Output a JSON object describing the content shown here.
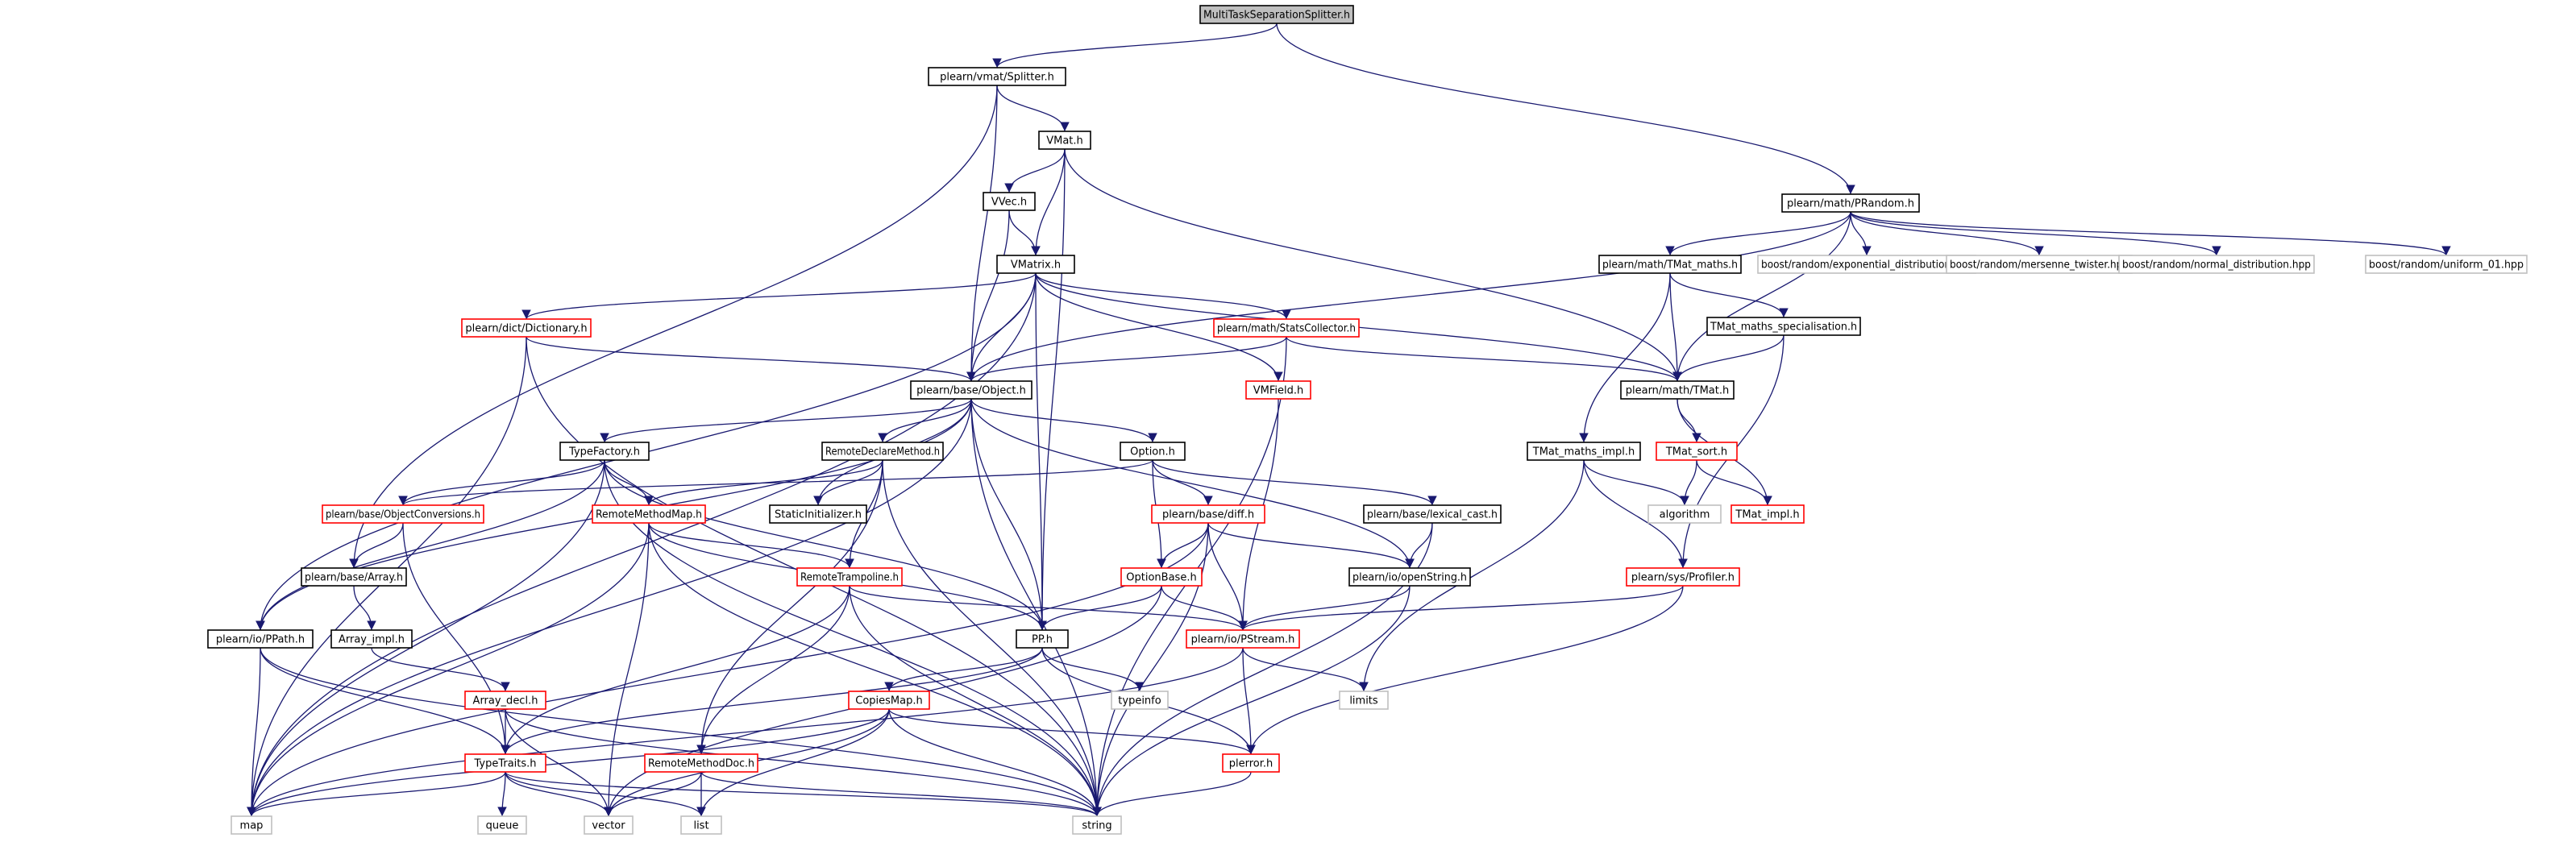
{
  "colors": {
    "root_fill": "#bfbfbf",
    "edge": "#191970",
    "border_normal": "#000000",
    "border_truncated": "#ff0000",
    "border_external": "#bfbfbf",
    "text": "#000000"
  },
  "nodes": [
    {
      "id": "mtss",
      "label": "MultiTaskSeparationSplitter.h",
      "kind": "root"
    },
    {
      "id": "splitter",
      "label": "plearn/vmat/Splitter.h",
      "kind": "normal"
    },
    {
      "id": "prandom",
      "label": "plearn/math/PRandom.h",
      "kind": "normal"
    },
    {
      "id": "vmat",
      "label": "VMat.h",
      "kind": "normal"
    },
    {
      "id": "vvec",
      "label": "VVec.h",
      "kind": "normal"
    },
    {
      "id": "vmatrix",
      "label": "VMatrix.h",
      "kind": "normal"
    },
    {
      "id": "boost_exp",
      "label": "boost/random/exponential_distribution.hpp",
      "kind": "external"
    },
    {
      "id": "boost_mt",
      "label": "boost/random/mersenne_twister.hpp",
      "kind": "external"
    },
    {
      "id": "boost_norm",
      "label": "boost/random/normal_distribution.hpp",
      "kind": "external"
    },
    {
      "id": "boost_uni",
      "label": "boost/random/uniform_01.hpp",
      "kind": "external"
    },
    {
      "id": "tmat_maths",
      "label": "plearn/math/TMat_maths.h",
      "kind": "normal"
    },
    {
      "id": "tmat_spec",
      "label": "TMat_maths_specialisation.h",
      "kind": "normal"
    },
    {
      "id": "dictionary",
      "label": "plearn/dict/Dictionary.h",
      "kind": "truncated"
    },
    {
      "id": "statscollector",
      "label": "plearn/math/StatsCollector.h",
      "kind": "truncated"
    },
    {
      "id": "object",
      "label": "plearn/base/Object.h",
      "kind": "normal"
    },
    {
      "id": "vmfield",
      "label": "VMField.h",
      "kind": "truncated"
    },
    {
      "id": "tmat",
      "label": "plearn/math/TMat.h",
      "kind": "normal"
    },
    {
      "id": "typefactory",
      "label": "TypeFactory.h",
      "kind": "normal"
    },
    {
      "id": "remotedeclare",
      "label": "RemoteDeclareMethod.h",
      "kind": "normal"
    },
    {
      "id": "option",
      "label": "Option.h",
      "kind": "normal"
    },
    {
      "id": "tmat_impl_h",
      "label": "TMat_maths_impl.h",
      "kind": "normal"
    },
    {
      "id": "tmat_sort",
      "label": "TMat_sort.h",
      "kind": "truncated"
    },
    {
      "id": "objconv",
      "label": "plearn/base/ObjectConversions.h",
      "kind": "truncated"
    },
    {
      "id": "remotemethodmap",
      "label": "RemoteMethodMap.h",
      "kind": "truncated"
    },
    {
      "id": "staticinit",
      "label": "StaticInitializer.h",
      "kind": "normal"
    },
    {
      "id": "diff",
      "label": "plearn/base/diff.h",
      "kind": "truncated"
    },
    {
      "id": "lexical",
      "label": "plearn/base/lexical_cast.h",
      "kind": "normal"
    },
    {
      "id": "algorithm",
      "label": "algorithm",
      "kind": "external"
    },
    {
      "id": "tmat_impl",
      "label": "TMat_impl.h",
      "kind": "truncated"
    },
    {
      "id": "array",
      "label": "plearn/base/Array.h",
      "kind": "normal"
    },
    {
      "id": "remotetramp",
      "label": "RemoteTrampoline.h",
      "kind": "truncated"
    },
    {
      "id": "optionbase",
      "label": "OptionBase.h",
      "kind": "truncated"
    },
    {
      "id": "openstring",
      "label": "plearn/io/openString.h",
      "kind": "normal"
    },
    {
      "id": "profiler",
      "label": "plearn/sys/Profiler.h",
      "kind": "truncated"
    },
    {
      "id": "array_impl",
      "label": "Array_impl.h",
      "kind": "normal"
    },
    {
      "id": "ppath",
      "label": "plearn/io/PPath.h",
      "kind": "normal"
    },
    {
      "id": "pp",
      "label": "PP.h",
      "kind": "normal"
    },
    {
      "id": "pstream",
      "label": "plearn/io/PStream.h",
      "kind": "truncated"
    },
    {
      "id": "array_decl",
      "label": "Array_decl.h",
      "kind": "truncated"
    },
    {
      "id": "copiesmap",
      "label": "CopiesMap.h",
      "kind": "truncated"
    },
    {
      "id": "typeinfo",
      "label": "typeinfo",
      "kind": "external"
    },
    {
      "id": "limits",
      "label": "limits",
      "kind": "external"
    },
    {
      "id": "typetraits",
      "label": "TypeTraits.h",
      "kind": "truncated"
    },
    {
      "id": "remotemethoddoc",
      "label": "RemoteMethodDoc.h",
      "kind": "truncated"
    },
    {
      "id": "plerror",
      "label": "plerror.h",
      "kind": "truncated"
    },
    {
      "id": "map",
      "label": "map",
      "kind": "external"
    },
    {
      "id": "queue",
      "label": "queue",
      "kind": "external"
    },
    {
      "id": "vector",
      "label": "vector",
      "kind": "external"
    },
    {
      "id": "list",
      "label": "list",
      "kind": "external"
    },
    {
      "id": "string",
      "label": "string",
      "kind": "external"
    }
  ],
  "edges": [
    [
      "mtss",
      "splitter"
    ],
    [
      "mtss",
      "prandom"
    ],
    [
      "splitter",
      "vmat"
    ],
    [
      "splitter",
      "object"
    ],
    [
      "splitter",
      "array"
    ],
    [
      "vmat",
      "vvec"
    ],
    [
      "vmat",
      "vmatrix"
    ],
    [
      "vmat",
      "tmat"
    ],
    [
      "vmat",
      "pp"
    ],
    [
      "vvec",
      "vmatrix"
    ],
    [
      "vvec",
      "object"
    ],
    [
      "vmatrix",
      "dictionary"
    ],
    [
      "vmatrix",
      "statscollector"
    ],
    [
      "vmatrix",
      "object"
    ],
    [
      "vmatrix",
      "vmfield"
    ],
    [
      "vmatrix",
      "tmat"
    ],
    [
      "vmatrix",
      "pp"
    ],
    [
      "vmatrix",
      "ppath"
    ],
    [
      "vmatrix",
      "map"
    ],
    [
      "prandom",
      "object"
    ],
    [
      "prandom",
      "tmat_maths"
    ],
    [
      "prandom",
      "boost_exp"
    ],
    [
      "prandom",
      "boost_mt"
    ],
    [
      "prandom",
      "boost_norm"
    ],
    [
      "prandom",
      "boost_uni"
    ],
    [
      "prandom",
      "tmat"
    ],
    [
      "tmat_maths",
      "tmat_spec"
    ],
    [
      "tmat_maths",
      "tmat"
    ],
    [
      "tmat_maths",
      "tmat_impl_h"
    ],
    [
      "tmat_spec",
      "tmat"
    ],
    [
      "tmat_spec",
      "profiler"
    ],
    [
      "dictionary",
      "object"
    ],
    [
      "dictionary",
      "map"
    ],
    [
      "dictionary",
      "string"
    ],
    [
      "statscollector",
      "object"
    ],
    [
      "statscollector",
      "tmat"
    ],
    [
      "statscollector",
      "string"
    ],
    [
      "vmfield",
      "pstream"
    ],
    [
      "tmat",
      "tmat_sort"
    ],
    [
      "tmat",
      "tmat_impl"
    ],
    [
      "tmat_sort",
      "algorithm"
    ],
    [
      "tmat_sort",
      "tmat_impl"
    ],
    [
      "tmat_impl_h",
      "algorithm"
    ],
    [
      "tmat_impl_h",
      "profiler"
    ],
    [
      "tmat_impl_h",
      "limits"
    ],
    [
      "object",
      "typefactory"
    ],
    [
      "object",
      "remotedeclare"
    ],
    [
      "object",
      "option"
    ],
    [
      "object",
      "staticinit"
    ],
    [
      "object",
      "openstring"
    ],
    [
      "object",
      "pp"
    ],
    [
      "object",
      "ppath"
    ],
    [
      "object",
      "map"
    ],
    [
      "object",
      "string"
    ],
    [
      "typefactory",
      "remotemethodmap"
    ],
    [
      "typefactory",
      "objconv"
    ],
    [
      "typefactory",
      "ppath"
    ],
    [
      "typefactory",
      "pp"
    ],
    [
      "typefactory",
      "map"
    ],
    [
      "typefactory",
      "string"
    ],
    [
      "remotedeclare",
      "remotemethodmap"
    ],
    [
      "remotedeclare",
      "staticinit"
    ],
    [
      "remotedeclare",
      "remotetramp"
    ],
    [
      "remotedeclare",
      "remotemethoddoc"
    ],
    [
      "remotedeclare",
      "string"
    ],
    [
      "option",
      "diff"
    ],
    [
      "option",
      "lexical"
    ],
    [
      "option",
      "optionbase"
    ],
    [
      "option",
      "objconv"
    ],
    [
      "objconv",
      "array"
    ],
    [
      "objconv",
      "typetraits"
    ],
    [
      "remotemethodmap",
      "remotetramp"
    ],
    [
      "remotemethodmap",
      "pp"
    ],
    [
      "remotemethodmap",
      "map"
    ],
    [
      "remotemethodmap",
      "string"
    ],
    [
      "remotemethodmap",
      "vector"
    ],
    [
      "diff",
      "optionbase"
    ],
    [
      "diff",
      "pstream"
    ],
    [
      "diff",
      "openstring"
    ],
    [
      "diff",
      "string"
    ],
    [
      "diff",
      "map"
    ],
    [
      "lexical",
      "openstring"
    ],
    [
      "lexical",
      "string"
    ],
    [
      "array",
      "array_impl"
    ],
    [
      "array_impl",
      "array_decl"
    ],
    [
      "remotetramp",
      "typetraits"
    ],
    [
      "remotetramp",
      "remotemethoddoc"
    ],
    [
      "remotetramp",
      "pstream"
    ],
    [
      "remotetramp",
      "string"
    ],
    [
      "optionbase",
      "pp"
    ],
    [
      "optionbase",
      "pstream"
    ],
    [
      "optionbase",
      "vector"
    ],
    [
      "openstring",
      "pstream"
    ],
    [
      "openstring",
      "string"
    ],
    [
      "profiler",
      "pstream"
    ],
    [
      "profiler",
      "plerror"
    ],
    [
      "ppath",
      "typetraits"
    ],
    [
      "ppath",
      "map"
    ],
    [
      "ppath",
      "string"
    ],
    [
      "pp",
      "copiesmap"
    ],
    [
      "pp",
      "typeinfo"
    ],
    [
      "pp",
      "plerror"
    ],
    [
      "pp",
      "typetraits"
    ],
    [
      "pstream",
      "limits"
    ],
    [
      "pstream",
      "plerror"
    ],
    [
      "pstream",
      "map"
    ],
    [
      "array_decl",
      "typetraits"
    ],
    [
      "array_decl",
      "vector"
    ],
    [
      "array_decl",
      "string"
    ],
    [
      "copiesmap",
      "plerror"
    ],
    [
      "copiesmap",
      "map"
    ],
    [
      "copiesmap",
      "vector"
    ],
    [
      "copiesmap",
      "list"
    ],
    [
      "copiesmap",
      "string"
    ],
    [
      "typetraits",
      "map"
    ],
    [
      "typetraits",
      "queue"
    ],
    [
      "typetraits",
      "vector"
    ],
    [
      "typetraits",
      "list"
    ],
    [
      "typetraits",
      "string"
    ],
    [
      "remotemethoddoc",
      "list"
    ],
    [
      "remotemethoddoc",
      "string"
    ],
    [
      "remotemethoddoc",
      "vector"
    ],
    [
      "plerror",
      "string"
    ]
  ]
}
